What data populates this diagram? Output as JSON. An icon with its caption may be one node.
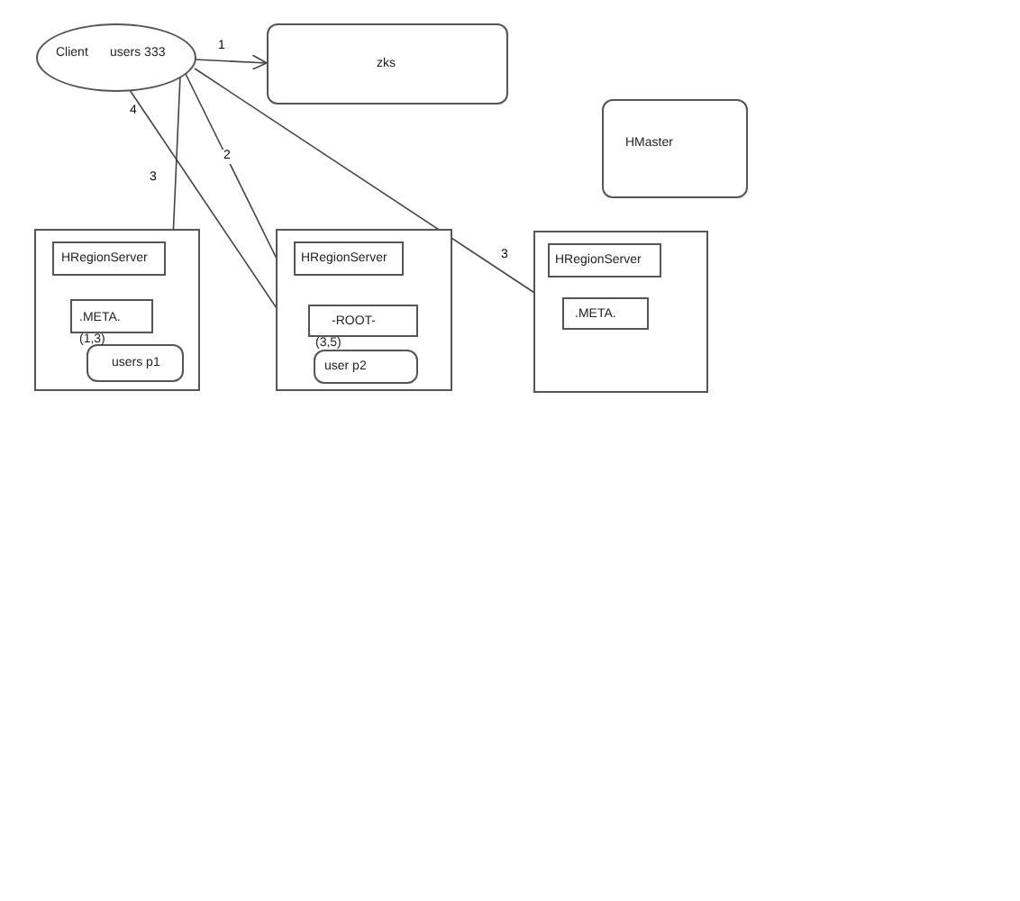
{
  "diagram": {
    "nodes": [
      {
        "text": [
          "Client",
          "users 333"
        ]
      },
      {
        "text": [
          "zks"
        ]
      },
      {
        "text": [
          "HMaster"
        ]
      },
      {
        "text": [],
        "shape": "box"
      },
      {
        "text": [
          "HRegionServer"
        ],
        "in": 3
      },
      {
        "text": [
          ".META."
        ],
        "in": 3,
        "beside": [
          "(1,3)"
        ]
      },
      {
        "text": [
          "users p1"
        ],
        "in": 3
      },
      {
        "text": [],
        "shape": "box"
      },
      {
        "text": [
          "HRegionServer"
        ],
        "in": 7
      },
      {
        "text": [
          "-ROOT-"
        ],
        "in": 7,
        "beside": [
          "(3,5)"
        ]
      },
      {
        "text": [
          "user p2"
        ],
        "in": 7
      },
      {
        "text": [],
        "shape": "box"
      },
      {
        "text": [
          "HRegionServer"
        ],
        "in": 11
      },
      {
        "text": [
          ".META."
        ],
        "in": 11
      }
    ],
    "edges": [
      {
        "from": 0,
        "to": 1,
        "arrow": "to",
        "label": "1"
      },
      {
        "from": 0,
        "to": 9,
        "arrow": "to",
        "label": "2"
      },
      {
        "from": 0,
        "to": 5,
        "arrow": "to",
        "label": "3"
      },
      {
        "from": 0,
        "to": 13,
        "arrow": "to",
        "label": "3"
      },
      {
        "from": 0,
        "to": 10,
        "arrow": "to",
        "label": "4"
      }
    ]
  }
}
